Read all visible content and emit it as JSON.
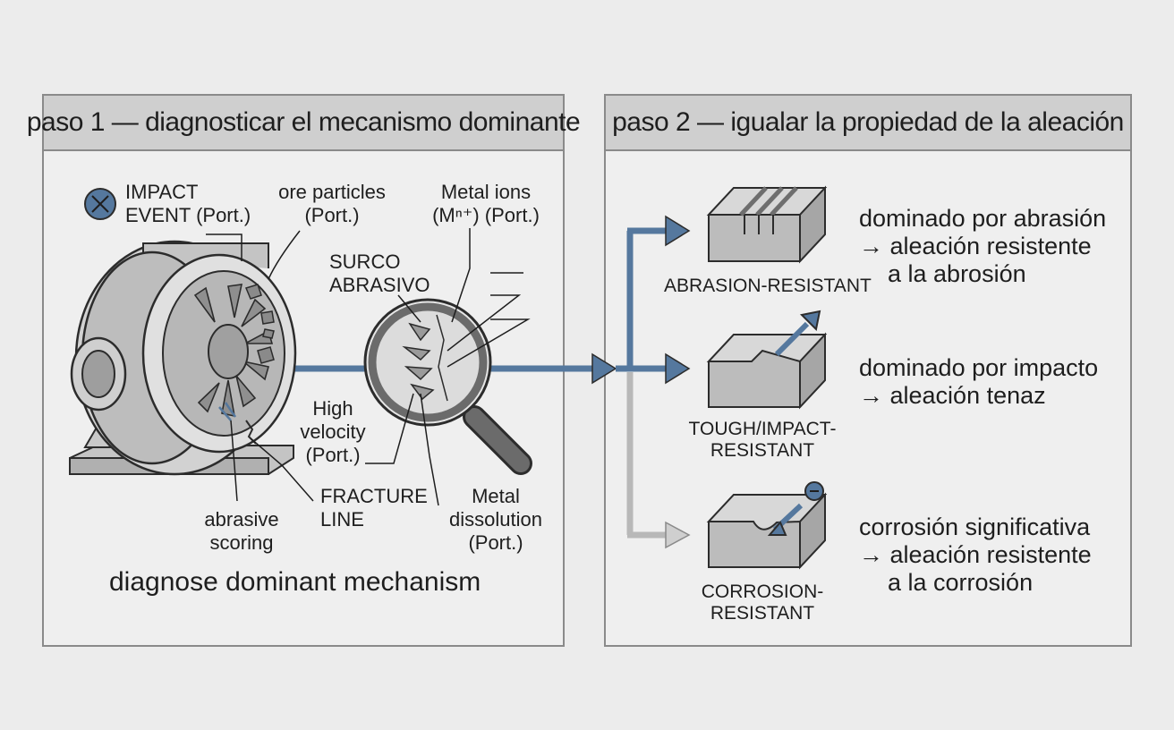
{
  "step1": {
    "title": "paso 1 — diagnosticar el mecanismo dominante",
    "labels": {
      "impact_event": [
        "IMPACT",
        "EVENT (Port.)"
      ],
      "ore_particles": [
        "ore particles",
        "(Port.)"
      ],
      "metal_ions": [
        "Metal ions",
        "(Mⁿ⁺) (Port.)"
      ],
      "surco": [
        "SURCO",
        "ABRASIVO"
      ],
      "high_velocity": [
        "High",
        "velocity",
        "(Port.)"
      ],
      "fracture": [
        "FRACTURE",
        "LINE"
      ],
      "abrasive_scoring": [
        "abrasive",
        "scoring"
      ],
      "metal_dissolution": [
        "Metal",
        "dissolution",
        "(Port.)"
      ]
    },
    "caption": "diagnose dominant mechanism"
  },
  "step2": {
    "title": "paso 2 — igualar la propiedad de la aleación",
    "options": [
      {
        "block_label": [
          "ABRASION-RESISTANT"
        ],
        "result": [
          "dominado por abrasión",
          "→ aleación resistente",
          "a la abrosión"
        ]
      },
      {
        "block_label": [
          "TOUGH/IMPACT-",
          "RESISTANT"
        ],
        "result": [
          "dominado por impacto",
          "→ aleación tenaz"
        ]
      },
      {
        "block_label": [
          "CORROSION-",
          "RESISTANT"
        ],
        "result": [
          "corrosión significativa",
          "→ aleación resistente",
          "a la corrosión"
        ]
      }
    ]
  },
  "colors": {
    "flow_blue": "#55789e",
    "flow_gray": "#b8b8b8",
    "metal_light": "#d2d2d2",
    "metal_mid": "#a8a8a8",
    "outline": "#2c2c2c"
  }
}
